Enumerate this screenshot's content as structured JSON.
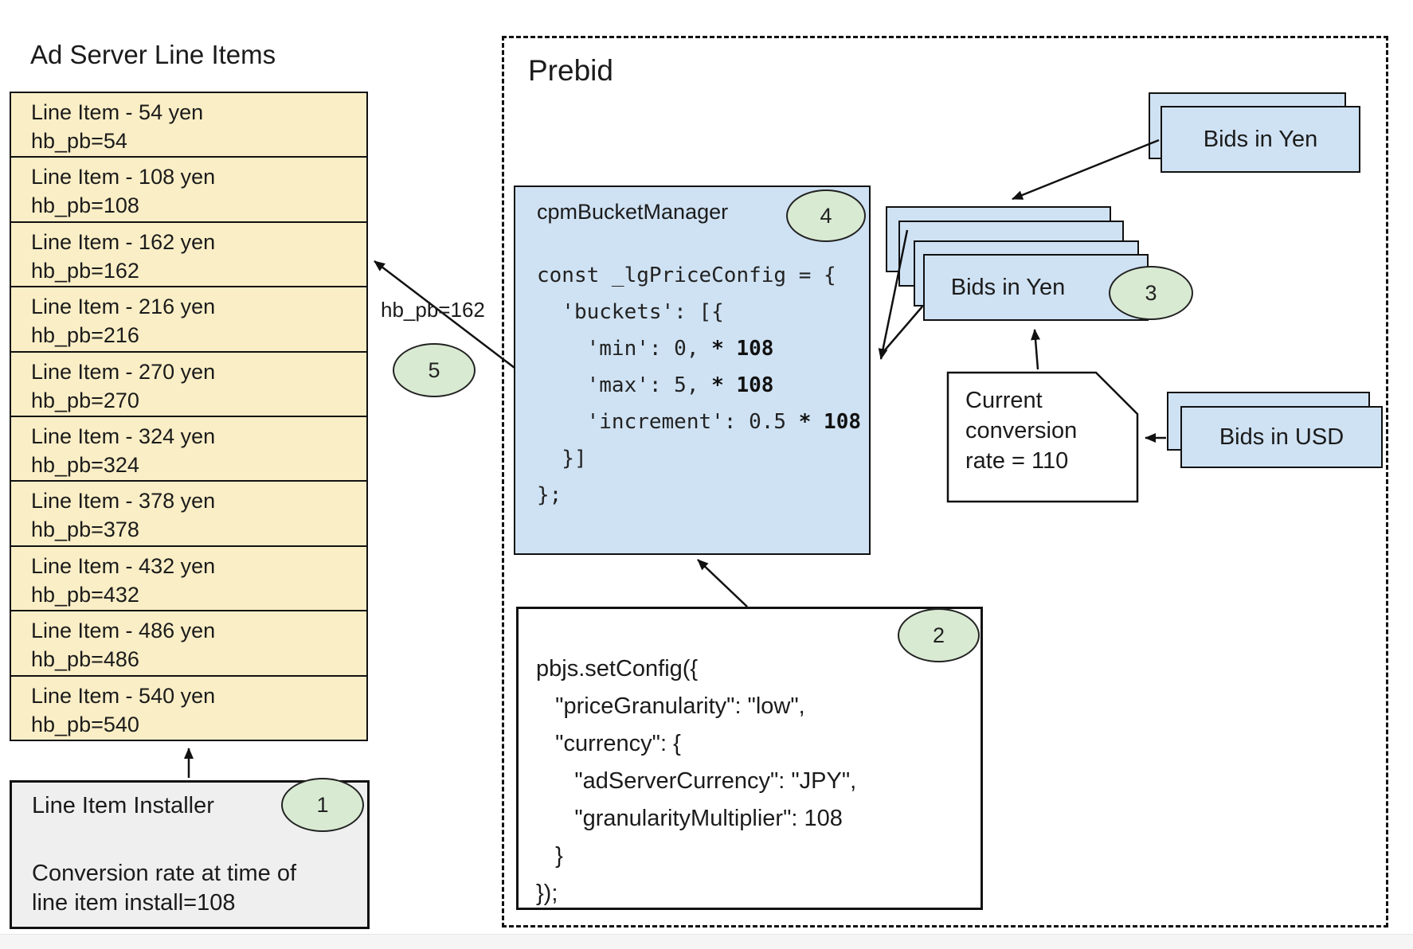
{
  "colors": {
    "line_item_fill": "#faeec6",
    "card_fill": "#cfe2f3",
    "badge_fill": "#d9ead3",
    "installer_fill": "#efefef",
    "border": "#111111"
  },
  "ad_server": {
    "title": "Ad Server Line Items",
    "line_items": [
      {
        "label": "Line Item - 54 yen",
        "key": "hb_pb=54"
      },
      {
        "label": "Line Item - 108 yen",
        "key": "hb_pb=108"
      },
      {
        "label": "Line Item - 162 yen",
        "key": "hb_pb=162"
      },
      {
        "label": "Line Item - 216 yen",
        "key": "hb_pb=216"
      },
      {
        "label": "Line Item - 270 yen",
        "key": "hb_pb=270"
      },
      {
        "label": "Line Item - 324 yen",
        "key": "hb_pb=324"
      },
      {
        "label": "Line Item - 378 yen",
        "key": "hb_pb=378"
      },
      {
        "label": "Line Item - 432 yen",
        "key": "hb_pb=432"
      },
      {
        "label": "Line Item - 486 yen",
        "key": "hb_pb=486"
      },
      {
        "label": "Line Item - 540 yen",
        "key": "hb_pb=540"
      }
    ],
    "installer": {
      "title": "Line Item Installer",
      "badge": "1",
      "note_line1": "Conversion rate at time of",
      "note_line2": "line item install=108"
    }
  },
  "prebid": {
    "title": "Prebid",
    "hb_pb_label": "hb_pb=162",
    "badge_5": "5",
    "bucket_manager": {
      "title": "cpmBucketManager",
      "badge": "4",
      "code": [
        {
          "pre": "const _lgPriceConfig = {",
          "bold": ""
        },
        {
          "pre": "  'buckets': [{",
          "bold": ""
        },
        {
          "pre": "    'min': 0, ",
          "bold": "* 108"
        },
        {
          "pre": "    'max': 5, ",
          "bold": "* 108"
        },
        {
          "pre": "    'increment': 0.5 ",
          "bold": "* 108"
        },
        {
          "pre": "  }]",
          "bold": ""
        },
        {
          "pre": "};",
          "bold": ""
        }
      ]
    },
    "set_config": {
      "badge": "2",
      "code": [
        {
          "text": "pbjs.setConfig({"
        },
        {
          "text": "   \"priceGranularity\": \"low\","
        },
        {
          "text": "   \"currency\": {"
        },
        {
          "text": "      \"adServerCurrency\": \"JPY\","
        },
        {
          "text": "      \"granularityMultiplier\": 108"
        },
        {
          "text": "   }"
        },
        {
          "text": "});"
        }
      ]
    },
    "yen_stack": {
      "label": "Bids in Yen",
      "badge": "3"
    },
    "yen_incoming": {
      "label": "Bids in Yen"
    },
    "conversion_note": {
      "lines": [
        {
          "text": "Current"
        },
        {
          "text": "conversion"
        },
        {
          "text": "rate = 110"
        }
      ]
    },
    "usd": {
      "label": "Bids in USD"
    }
  }
}
